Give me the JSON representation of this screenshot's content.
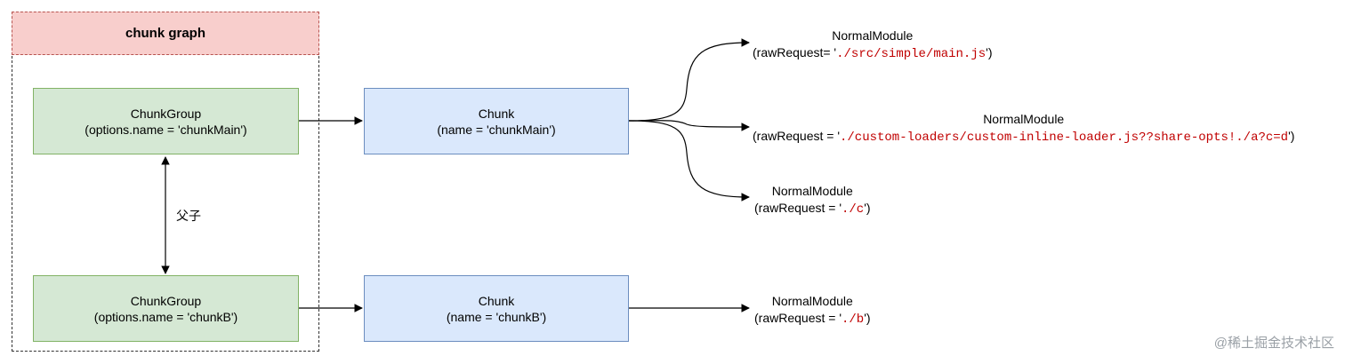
{
  "chunk_graph": {
    "title": "chunk graph"
  },
  "chunk_groups": [
    {
      "id": "main",
      "label": "ChunkGroup",
      "detail": "(options.name = 'chunkMain')"
    },
    {
      "id": "b",
      "label": "ChunkGroup",
      "detail": "(options.name = 'chunkB')"
    }
  ],
  "chunks": [
    {
      "id": "main",
      "label": "Chunk",
      "detail": "(name = 'chunkMain')"
    },
    {
      "id": "b",
      "label": "Chunk",
      "detail": "(name = 'chunkB')"
    }
  ],
  "relation_label": "父子",
  "modules": [
    {
      "title": "NormalModule",
      "prefix": "(rawRequest= '",
      "code": "./src/simple/main.js",
      "suffix": "')"
    },
    {
      "title": "NormalModule",
      "prefix": "(rawRequest = '",
      "code": "./custom-loaders/custom-inline-loader.js??share-opts!./a?c=d",
      "suffix": "')"
    },
    {
      "title": "NormalModule",
      "prefix": "(rawRequest = '",
      "code": "./c",
      "suffix": "')"
    },
    {
      "title": "NormalModule",
      "prefix": "(rawRequest = '",
      "code": "./b",
      "suffix": "')"
    }
  ],
  "watermark": "@稀土掘金技术社区"
}
